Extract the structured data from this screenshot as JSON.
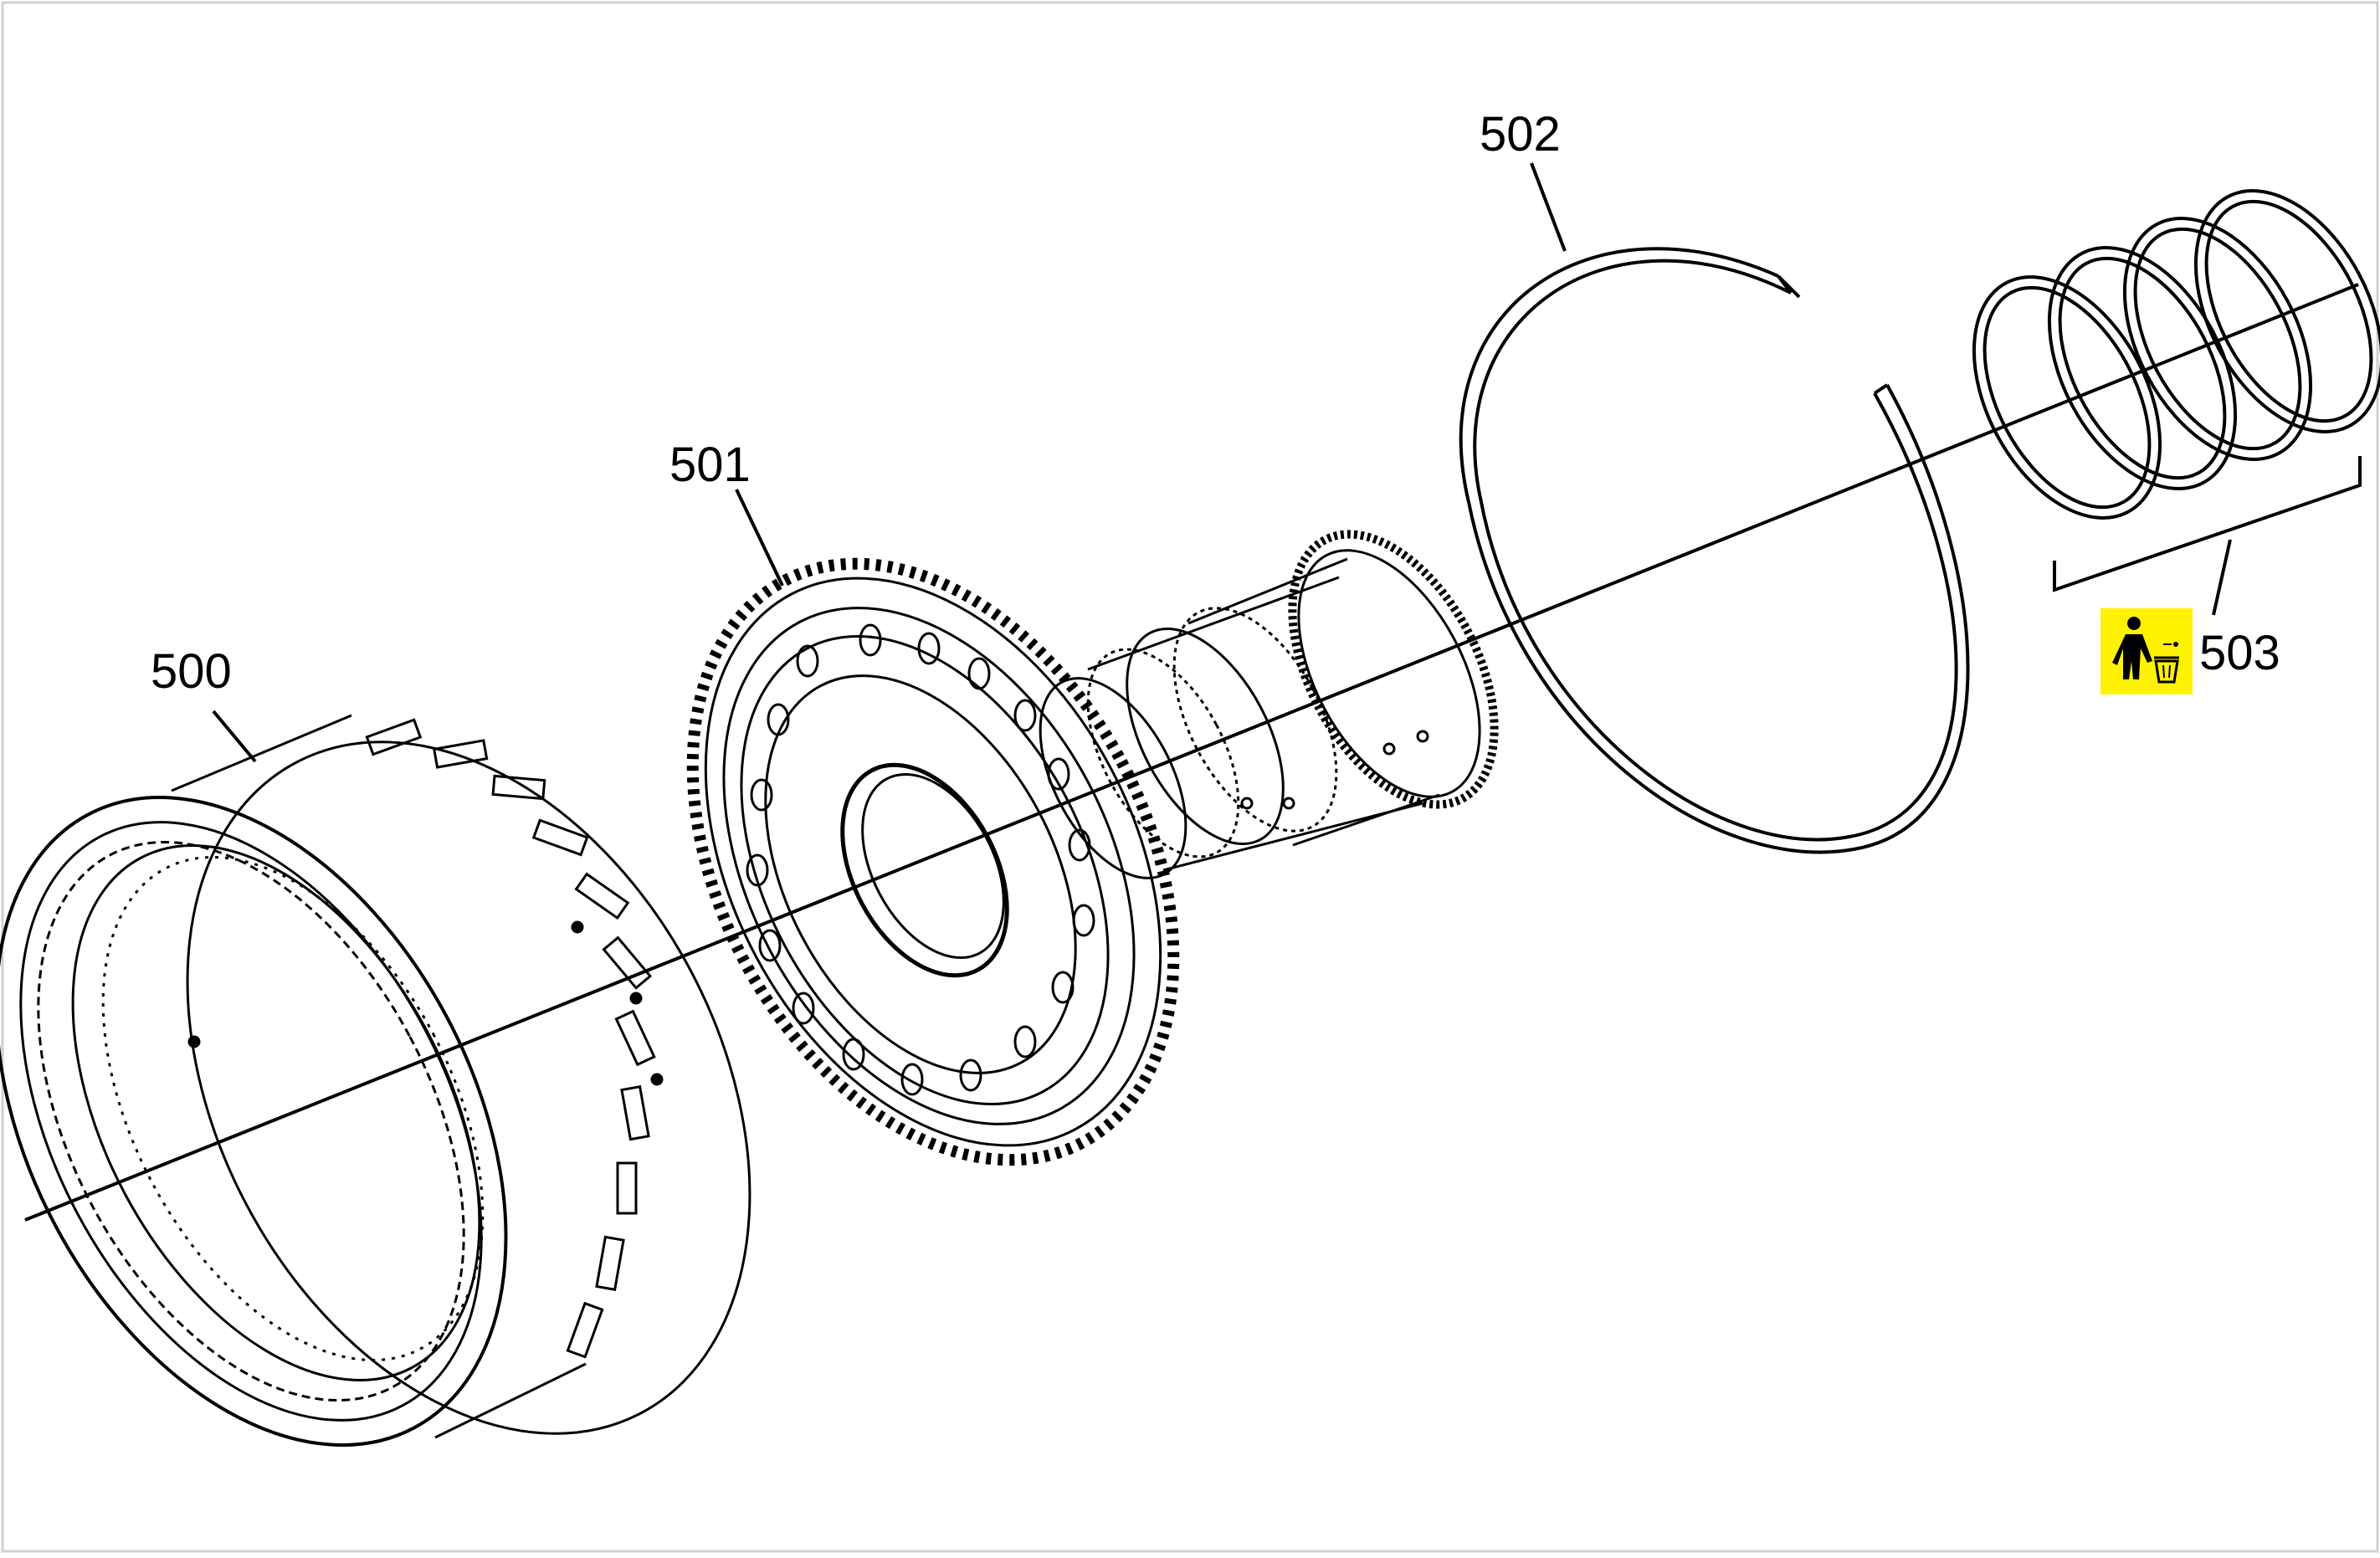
{
  "diagram": {
    "type": "exploded-parts-view",
    "callouts": [
      {
        "id": "500",
        "label": "500"
      },
      {
        "id": "501",
        "label": "501"
      },
      {
        "id": "502",
        "label": "502"
      },
      {
        "id": "503",
        "label": "503"
      }
    ],
    "disposal_badge": {
      "icon": "person-trash-bin-icon",
      "background": "#FFF200"
    },
    "colors": {
      "line": "#000000",
      "background": "#FFFFFF",
      "highlight": "#FFF200"
    }
  }
}
